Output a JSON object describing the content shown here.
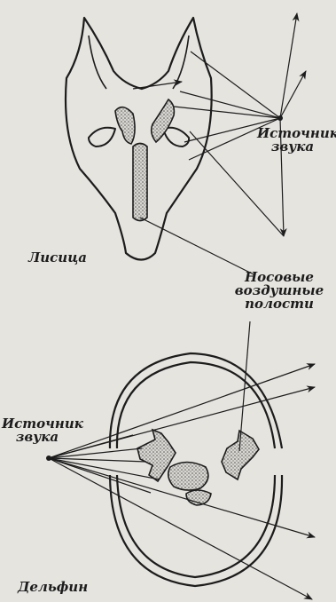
{
  "labels": {
    "source_top_line1": "Источник",
    "source_top_line2": "звука",
    "fox": "Лисица",
    "nasal_line1": "Носовые",
    "nasal_line2": "воздушные",
    "nasal_line3": "полости",
    "source_bottom_line1": "Источник",
    "source_bottom_line2": "звука",
    "dolphin": "Дельфин"
  },
  "colors": {
    "background": "#e6e4df",
    "ink": "#1c1c1c",
    "stipple": "#8a8a8a"
  }
}
